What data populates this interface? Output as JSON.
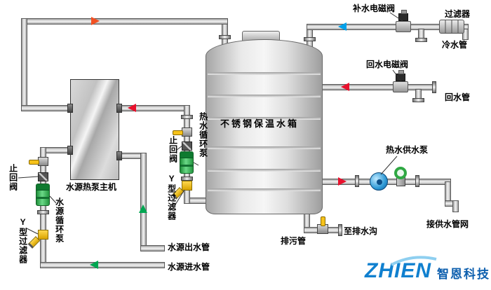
{
  "labels": {
    "makeup_solenoid": "补水电磁阀",
    "filter": "过滤器",
    "cold_pipe": "冷水管",
    "return_solenoid": "回水电磁阀",
    "return_pipe": "回水管",
    "hot_supply_pump": "热水供水泵",
    "to_supply_network": "接供水管网",
    "to_drain_ditch": "至排水沟",
    "drain_pipe": "排污管",
    "tank_title": "不锈钢保温水箱",
    "unit_title": "水源热泵主机",
    "hot_circ_pump": "热水循环泵",
    "check_valve_mid": "止回阀",
    "y_filter_mid": "Y型过滤器",
    "check_valve_left": "止回阀",
    "source_circ_pump": "水源循环泵",
    "y_filter_left": "Y型过滤器",
    "source_out_pipe": "水源出水管",
    "source_in_pipe": "水源进水管"
  },
  "logo": {
    "latin": "ZHIEN",
    "cjk": "智恩科技"
  },
  "flow_colors": {
    "hot_water": "#e8112d",
    "hot_supply_top": "#f25022",
    "cold_makeup": "#00a0e9",
    "water_source": "#00a651"
  },
  "flow_arrows": [
    {
      "line": "unit-to-tank-top",
      "direction": "right",
      "color": "#f25022"
    },
    {
      "line": "circ-to-unit",
      "direction": "left",
      "color": "#e8112d"
    },
    {
      "line": "makeup-to-tank",
      "direction": "left",
      "color": "#00a0e9"
    },
    {
      "line": "return-to-tank",
      "direction": "left",
      "color": "#e8112d"
    },
    {
      "line": "tank-to-supply",
      "direction": "right",
      "color": "#e8112d"
    },
    {
      "line": "source-out-riser",
      "direction": "up",
      "color": "#00a651"
    },
    {
      "line": "source-in",
      "direction": "left",
      "color": "#00a651"
    }
  ]
}
